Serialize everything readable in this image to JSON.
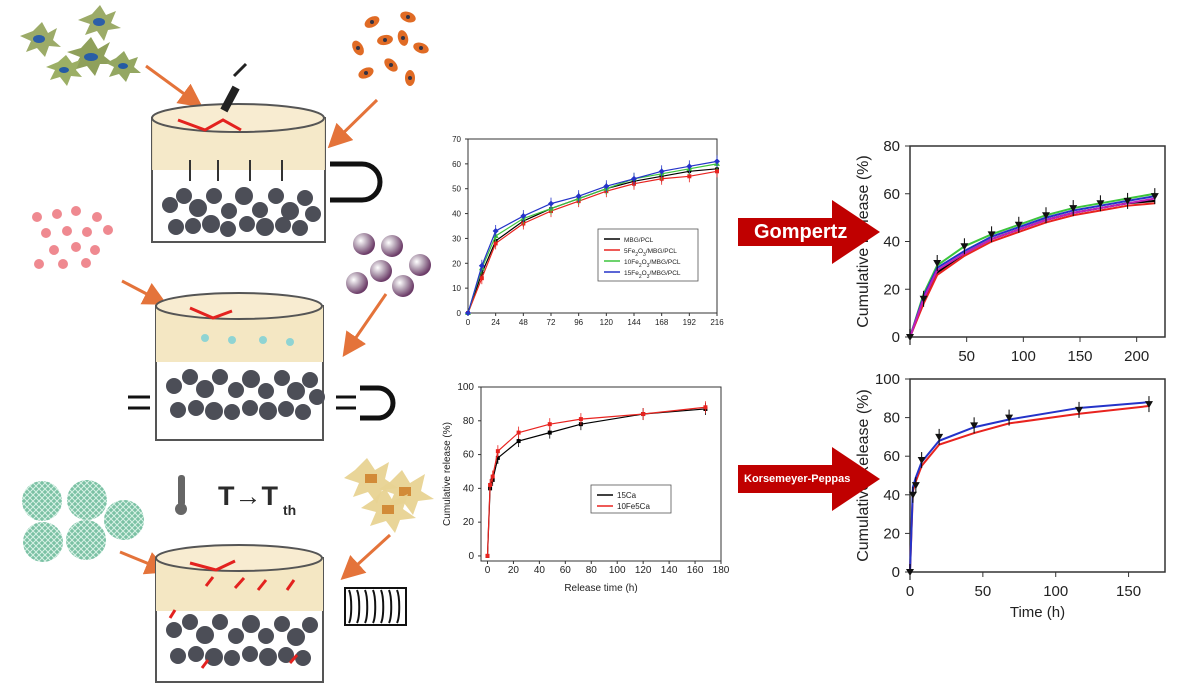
{
  "scheme": {
    "temperature_label": "T→T",
    "temperature_subscript": "th",
    "thermometer_icon": "thermometer-icon",
    "magnet_icon": "magnet-icon",
    "coil_icon": "coil-icon",
    "syringe_icon": "syringe-icon"
  },
  "model_labels": {
    "gompertz": "Gompertz",
    "korsmeyer": "Korsemeyer-Peppas"
  },
  "colors": {
    "arrow_red": "#c00000",
    "scaffold_top": "#f4e7c3",
    "orange_arrow": "#e4733a",
    "black": "#000000",
    "red": "#e8231f",
    "green": "#3cc43c",
    "blue": "#2433c9"
  },
  "chart_data": [
    {
      "id": "chart-fe-mbg-small",
      "type": "line",
      "title": "",
      "xlabel": "",
      "ylabel": "",
      "xlim": [
        0,
        216
      ],
      "ylim": [
        0,
        70
      ],
      "xticks": [
        0,
        24,
        48,
        72,
        96,
        120,
        144,
        168,
        192,
        216
      ],
      "yticks": [
        0,
        10,
        20,
        30,
        40,
        50,
        60,
        70
      ],
      "legend_position": "middle-right",
      "x": [
        0,
        12,
        24,
        48,
        72,
        96,
        120,
        144,
        168,
        192,
        216
      ],
      "series": [
        {
          "name": "MBG/PCL",
          "legend": [
            "MBG/PCL"
          ],
          "color": "#000000",
          "marker": "circle",
          "values": [
            0,
            16,
            29,
            37,
            42,
            46,
            50,
            53,
            55,
            57,
            58
          ]
        },
        {
          "name": "5Fe₂O₃/MBG/PCL",
          "legend": [
            "5Fe",
            "2",
            "O",
            "3",
            "/MBG/PCL"
          ],
          "color": "#e8231f",
          "marker": "square",
          "values": [
            0,
            14,
            28,
            36,
            41,
            45,
            49,
            52,
            54,
            55,
            57
          ]
        },
        {
          "name": "10Fe₂O₃/MBG/PCL",
          "legend": [
            "10Fe",
            "2",
            "O",
            "3",
            "/MBG/PCL"
          ],
          "color": "#3cc43c",
          "marker": "triangle",
          "values": [
            0,
            18,
            31,
            38,
            42,
            46,
            50,
            54,
            56,
            58,
            60
          ]
        },
        {
          "name": "15Fe₂O₃/MBG/PCL",
          "legend": [
            "15Fe",
            "2",
            "O",
            "3",
            "/MBG/PCL"
          ],
          "color": "#2433c9",
          "marker": "diamond",
          "values": [
            0,
            19,
            33,
            39,
            44,
            47,
            51,
            54,
            57,
            59,
            61
          ]
        }
      ]
    },
    {
      "id": "chart-gompertz-fit",
      "type": "line",
      "title": "",
      "xlabel": "",
      "ylabel": "Cumulative Release (%)",
      "xlim": [
        0,
        225
      ],
      "ylim": [
        0,
        80
      ],
      "xticks": [
        50,
        100,
        150,
        200
      ],
      "yticks": [
        0,
        20,
        40,
        60,
        80
      ],
      "x": [
        0,
        12,
        24,
        48,
        72,
        96,
        120,
        144,
        168,
        192,
        216
      ],
      "points": [
        0,
        16,
        31,
        38,
        43,
        47,
        51,
        54,
        56,
        57,
        59
      ],
      "series": [
        {
          "name": "",
          "color": "#000000",
          "values": [
            0,
            15,
            27,
            35,
            41,
            45,
            49,
            52,
            54,
            56,
            57
          ]
        },
        {
          "name": "",
          "color": "#e8231f",
          "values": [
            0,
            14,
            26,
            34,
            40,
            44,
            48,
            51,
            53,
            55,
            56
          ]
        },
        {
          "name": "",
          "color": "#3cc43c",
          "values": [
            0,
            18,
            30,
            38,
            43,
            47,
            51,
            54,
            56,
            58,
            60
          ]
        },
        {
          "name": "",
          "color": "#2433c9",
          "values": [
            0,
            17,
            29,
            36,
            42,
            46,
            50,
            53,
            55,
            57,
            59
          ]
        },
        {
          "name": "",
          "color": "#c01fb8",
          "values": [
            0,
            16,
            28,
            35,
            41,
            45,
            49,
            52,
            54,
            56,
            58
          ]
        }
      ]
    },
    {
      "id": "chart-ca-small",
      "type": "line",
      "title": "",
      "xlabel": "Release time (h)",
      "ylabel": "Cumulative release (%)",
      "xlim": [
        -5,
        180
      ],
      "ylim": [
        -3,
        100
      ],
      "xticks": [
        0,
        20,
        40,
        60,
        80,
        100,
        120,
        140,
        160,
        180
      ],
      "yticks": [
        0,
        20,
        40,
        60,
        80,
        100
      ],
      "legend_position": "middle-right",
      "x": [
        0,
        2,
        4,
        8,
        24,
        48,
        72,
        120,
        168
      ],
      "series": [
        {
          "name": "15Ca",
          "color": "#000000",
          "marker": "square",
          "values": [
            0,
            40,
            45,
            58,
            68,
            73,
            78,
            84,
            87
          ]
        },
        {
          "name": "10Fe5Ca",
          "color": "#e8231f",
          "marker": "square",
          "values": [
            0,
            42,
            47,
            62,
            73,
            78,
            81,
            84,
            88
          ]
        }
      ]
    },
    {
      "id": "chart-korsmeyer-fit",
      "type": "line",
      "title": "",
      "xlabel": "Time (h)",
      "ylabel": "Cumulative Release (%)",
      "xlim": [
        0,
        175
      ],
      "ylim": [
        0,
        100
      ],
      "xticks": [
        0,
        50,
        100,
        150
      ],
      "yticks": [
        0,
        20,
        40,
        60,
        80,
        100
      ],
      "x": [
        0,
        2,
        4,
        8,
        20,
        44,
        68,
        116,
        164
      ],
      "points": [
        0,
        40,
        45,
        58,
        70,
        76,
        80,
        84,
        87
      ],
      "series": [
        {
          "name": "",
          "color": "#e8231f",
          "values": [
            0,
            42,
            47,
            55,
            66,
            72,
            77,
            82,
            86
          ]
        },
        {
          "name": "",
          "color": "#2433c9",
          "values": [
            0,
            44,
            49,
            57,
            68,
            75,
            79,
            85,
            88
          ]
        }
      ]
    }
  ]
}
